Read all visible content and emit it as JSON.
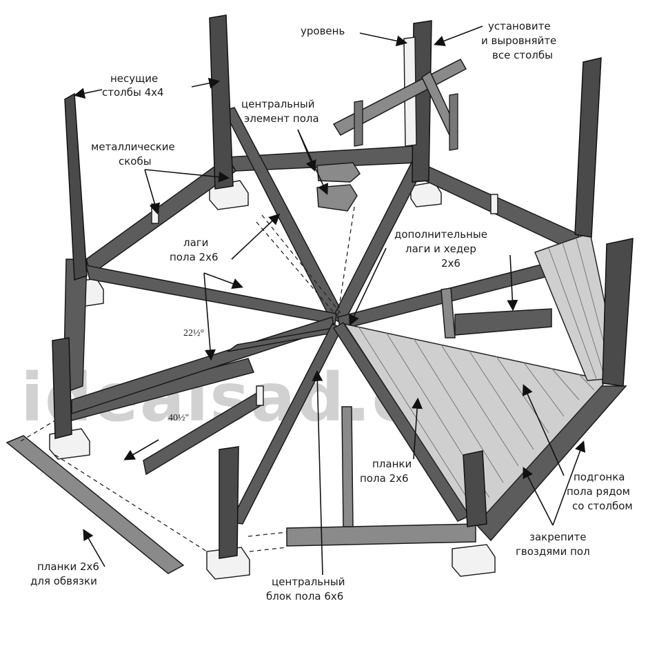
{
  "watermark": "idealsad.com",
  "labels": {
    "posts": [
      "несущие",
      "столбы 4x4"
    ],
    "level": "уровень",
    "align": [
      "установите",
      "и выровняйте",
      "все столбы"
    ],
    "center_element": [
      "центральный",
      "элемент пола"
    ],
    "brackets": [
      "металлические",
      "скобы"
    ],
    "joists": [
      "лаги",
      "пола 2x6"
    ],
    "extra_joists": [
      "дополнительные",
      "лаги и хедер",
      "2x6"
    ],
    "dim_angle": "22½°",
    "dim_length": "40½\"",
    "floor_boards": [
      "планки",
      "пола 2x6"
    ],
    "fit_floor": [
      "подгонка",
      "пола рядом",
      "со столбом"
    ],
    "nail_floor": [
      "закрепите",
      "гвоздями пол"
    ],
    "rim_boards": [
      "планки 2x6",
      "для обвязки"
    ],
    "center_block": [
      "центральный",
      "блок пола 6x6"
    ]
  }
}
